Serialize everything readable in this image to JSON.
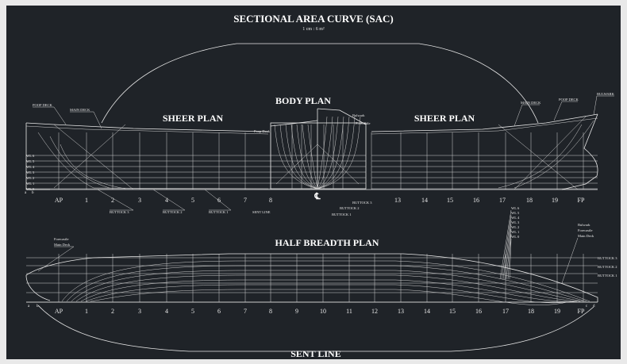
{
  "titles": {
    "sac": "SECTIONAL AREA CURVE (SAC)",
    "scale": "1 cm : 6 m²",
    "body_plan": "BODY PLAN",
    "sheer_left": "SHEER PLAN",
    "sheer_right": "SHEER PLAN",
    "half_breadth": "HALF BREADTH  PLAN",
    "sent_line": "SENT LINE"
  },
  "sheer_labels": {
    "poop_deck_left": "POOP DECK",
    "main_deck_left": "MAIN DECK",
    "main_deck_right": "MAIN DECK",
    "poop_deck_right": "POOP DECK",
    "bulwark": "BULWARK",
    "poop_deck_mid": "Poop Deck",
    "bulwark_mid": "Bulwark",
    "forecastle_mid": "Forecastle"
  },
  "waterlines": [
    "WL 6",
    "WL 5",
    "WL 4",
    "WL 3",
    "WL 2",
    "WL 1",
    "WL 0"
  ],
  "waterlines_hb": [
    "WL 6",
    "WL 5",
    "WL 4",
    "WL 3",
    "WL 2",
    "WL 1",
    "WL 0"
  ],
  "buttock_labels": {
    "b3": "BUTTOCK 3",
    "b2": "BUTTOCK 2",
    "b1": "BUTTOCK 1",
    "sent": "SENT LINE",
    "bp_b3": "BUTTOCK 3",
    "bp_b2": "BUTTOCK 2",
    "bp_b1": "BUTTOCK 1"
  },
  "centerline": "℄",
  "stations_upper": [
    "AP",
    "1",
    "2",
    "3",
    "4",
    "5",
    "6",
    "7",
    "8",
    "13",
    "14",
    "15",
    "16",
    "17",
    "18",
    "19",
    "FP"
  ],
  "stations_lower": [
    "AP",
    "1",
    "2",
    "3",
    "4",
    "5",
    "6",
    "7",
    "8",
    "9",
    "10",
    "11",
    "12",
    "13",
    "14",
    "15",
    "16",
    "17",
    "18",
    "19",
    "FP"
  ],
  "hb_left_labels": {
    "forecastle": "Forecastle",
    "main_deck": "Main Deck"
  },
  "hb_right_labels": {
    "bulwark": "Bulwark",
    "forecastle": "Forecastle",
    "main_deck": "Main Deck",
    "b3": "BUTTOCK 3",
    "b2": "BUTTOCK 2",
    "b1": "BUTTOCK 1"
  },
  "end_letters_lower": {
    "a": "a",
    "b": "b",
    "c": "c",
    "d": "d"
  },
  "end_letters_upper": {
    "a": "a",
    "b": "b"
  }
}
